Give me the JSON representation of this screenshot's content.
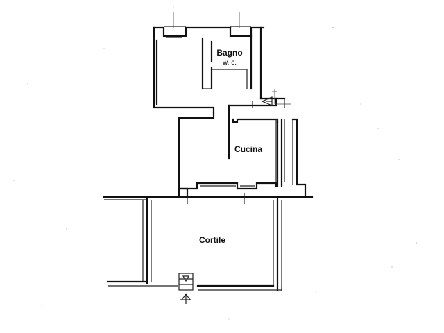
{
  "rooms": {
    "bagno": {
      "label": "Bagno",
      "sublabel": "w. c."
    },
    "cucina": {
      "label": "Cucina"
    },
    "cortile": {
      "label": "Cortile"
    }
  },
  "colors": {
    "ink": "#111111",
    "paper": "#ffffff",
    "noise": "#9a9a9a"
  },
  "icons": [
    "entrance-arrow-icon",
    "section-marker-icon",
    "stair-steps-icon"
  ]
}
